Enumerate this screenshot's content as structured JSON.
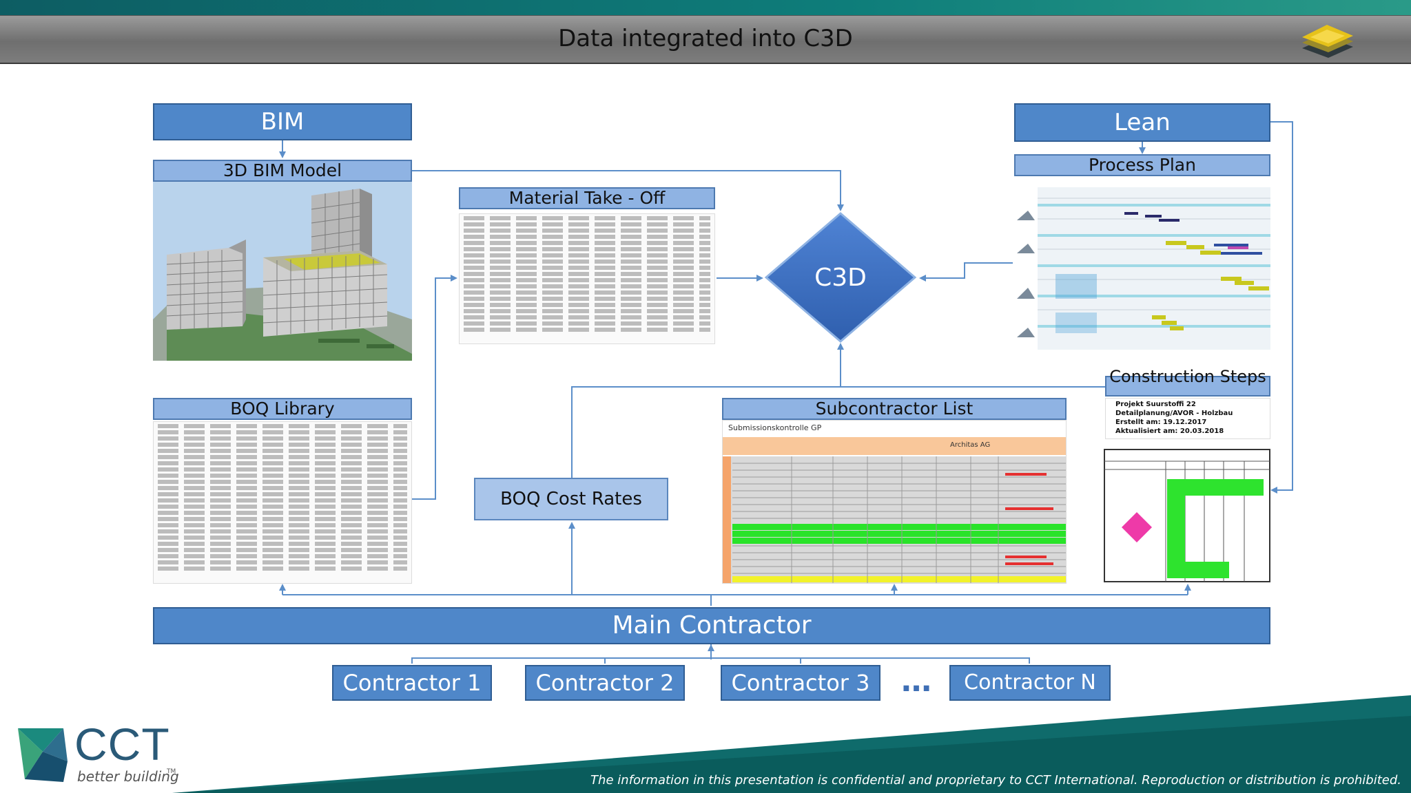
{
  "header": {
    "title": "Data integrated into C3D"
  },
  "diagram": {
    "bim_label": "BIM",
    "bim_model_label": "3D BIM Model",
    "material_takeoff_label": "Material Take - Off",
    "c3d_label": "C3D",
    "lean_label": "Lean",
    "process_plan_label": "Process Plan",
    "boq_library_label": "BOQ Library",
    "subcontractor_list_label": "Subcontractor List",
    "construction_steps_label": "Construction Steps",
    "boq_cost_rates_label": "BOQ Cost Rates",
    "main_contractor_label": "Main Contractor",
    "contractors": [
      "Contractor 1",
      "Contractor 2",
      "Contractor 3",
      "Contractor N"
    ],
    "ellipsis": "…",
    "construction_steps_doc": {
      "line1": "Projekt Suurstoffi 22",
      "line2": "Detailplanung/AVOR - Holzbau",
      "line3": "Erstellt am: 19.12.2017",
      "line4": "Aktualisiert am: 20.03.2018"
    },
    "subcontractor_doc": {
      "heading": "Submissionskontrolle GP",
      "company": "Architas AG"
    }
  },
  "footer": {
    "logo_text": "CCT",
    "tagline": "better building",
    "tm": "TM",
    "confidential": "The information in this presentation is confidential and proprietary to CCT International. Reproduction or distribution is prohibited."
  },
  "colors": {
    "header_accent": "#0e7d7a",
    "box_blue": "#4f87c9",
    "box_light_blue": "#8fb3e3",
    "connector": "#5b8ec9",
    "c3d_diamond": "#3a6fc0",
    "footer_teal": "#0f6b6b"
  }
}
